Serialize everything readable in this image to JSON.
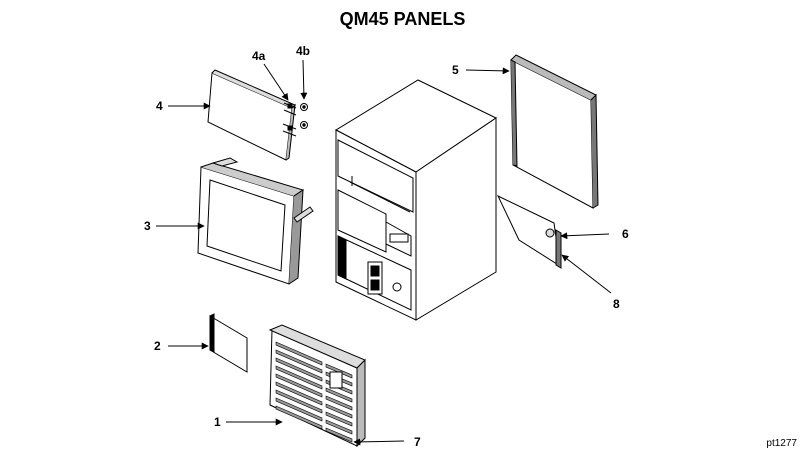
{
  "title": "QM45 PANELS",
  "drawing_code": "pt1277",
  "callouts": {
    "c1": "1",
    "c2": "2",
    "c3": "3",
    "c4": "4",
    "c4a": "4a",
    "c4b": "4b",
    "c5": "5",
    "c6": "6",
    "c7": "7",
    "c8": "8"
  }
}
